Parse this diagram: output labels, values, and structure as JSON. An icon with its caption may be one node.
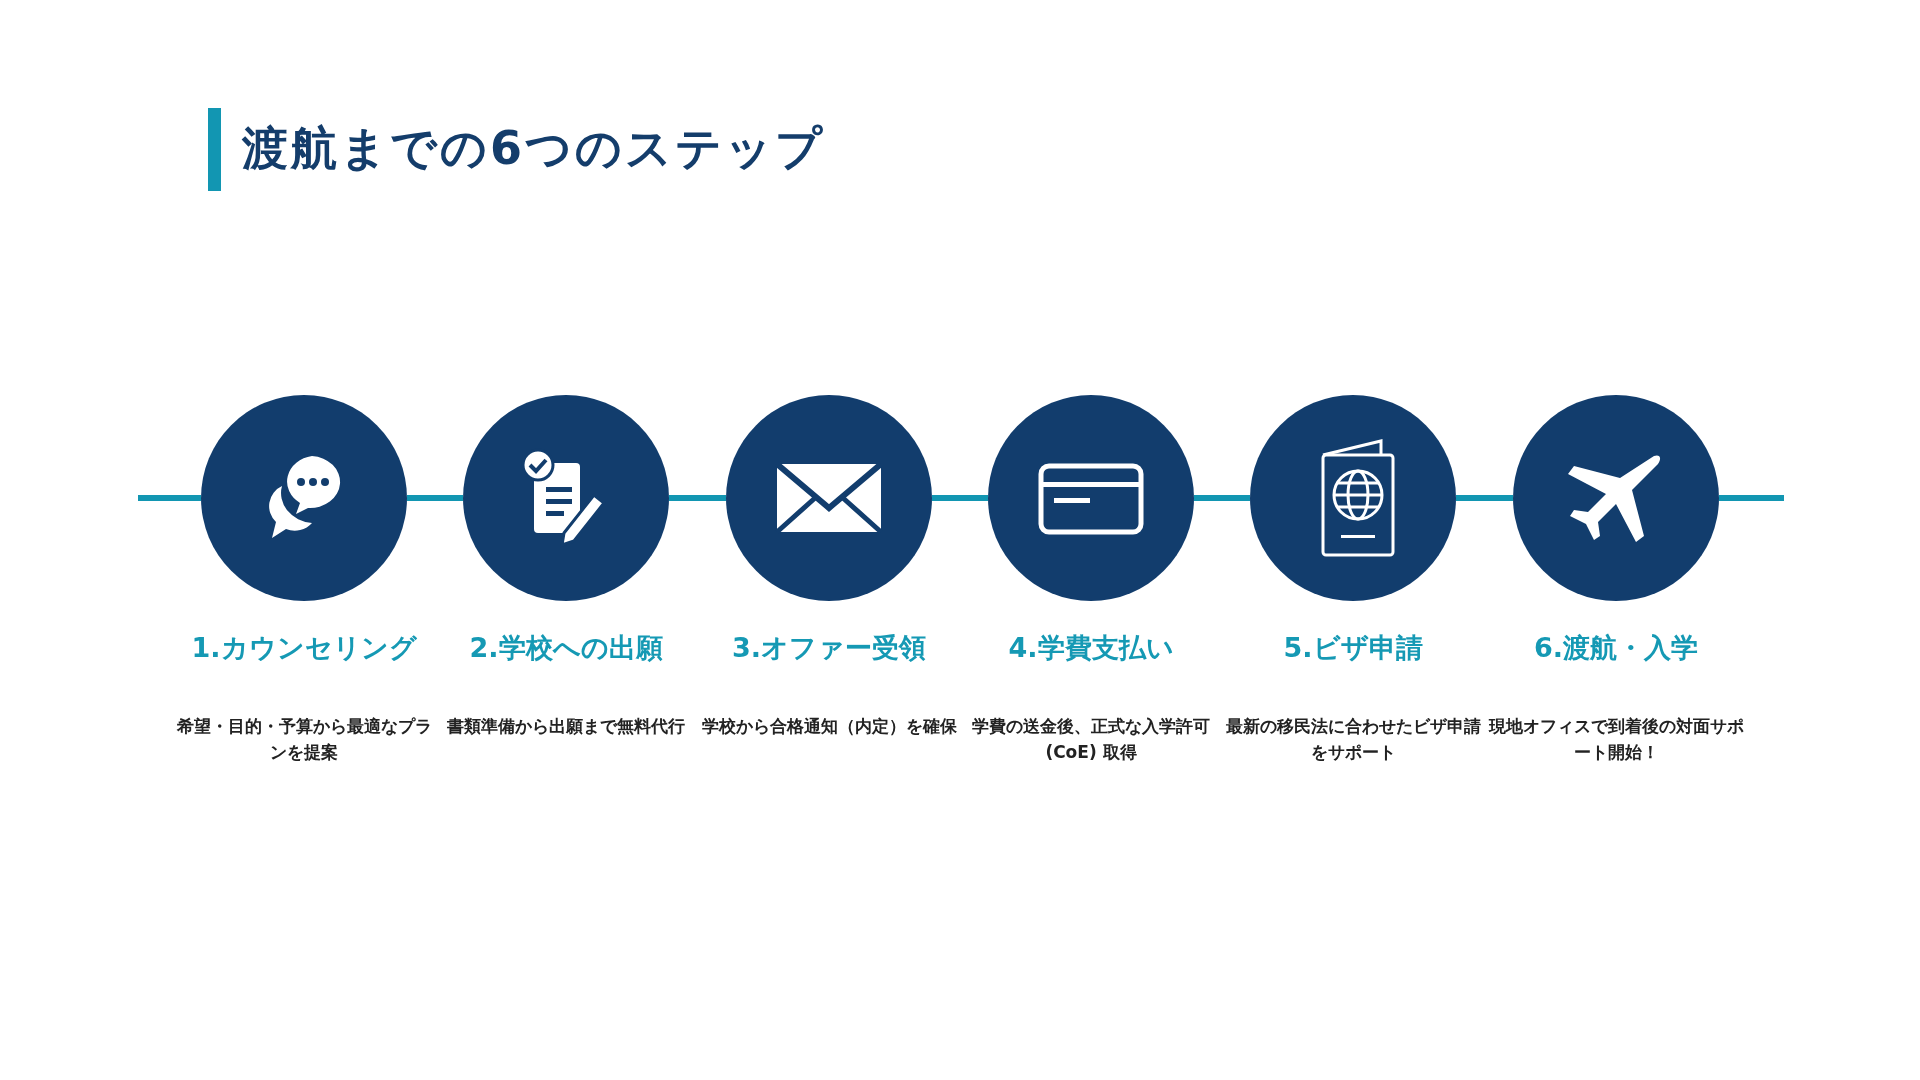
{
  "diagram": {
    "title": "渡航までの6つのステップ",
    "nodes": [
      {
        "text": [
          "1.カウンセリング",
          "希望・目的・予算から最適なプランを提案"
        ]
      },
      {
        "text": [
          "2.学校への出願",
          "書類準備から出願まで無料代行"
        ]
      },
      {
        "text": [
          "3.オファー受領",
          "学校から合格通知（内定）を確保"
        ]
      },
      {
        "text": [
          "4.学費支払い",
          "学費の送金後、正式な入学許可(CoE) 取得"
        ]
      },
      {
        "text": [
          "5.ビザ申請",
          "最新の移民法に合わせたビザ申請をサポート"
        ]
      },
      {
        "text": [
          "6.渡航・入学",
          "現地オフィスで到着後の対面サポート開始！"
        ]
      }
    ],
    "edges": [
      {
        "from": null,
        "to": 0,
        "arrow": "none"
      },
      {
        "from": 0,
        "to": 1,
        "arrow": "none"
      },
      {
        "from": 1,
        "to": 2,
        "arrow": "none"
      },
      {
        "from": 2,
        "to": 3,
        "arrow": "none"
      },
      {
        "from": 3,
        "to": 4,
        "arrow": "none"
      },
      {
        "from": 4,
        "to": 5,
        "arrow": "none"
      },
      {
        "from": 5,
        "to": null,
        "arrow": "none"
      }
    ]
  }
}
